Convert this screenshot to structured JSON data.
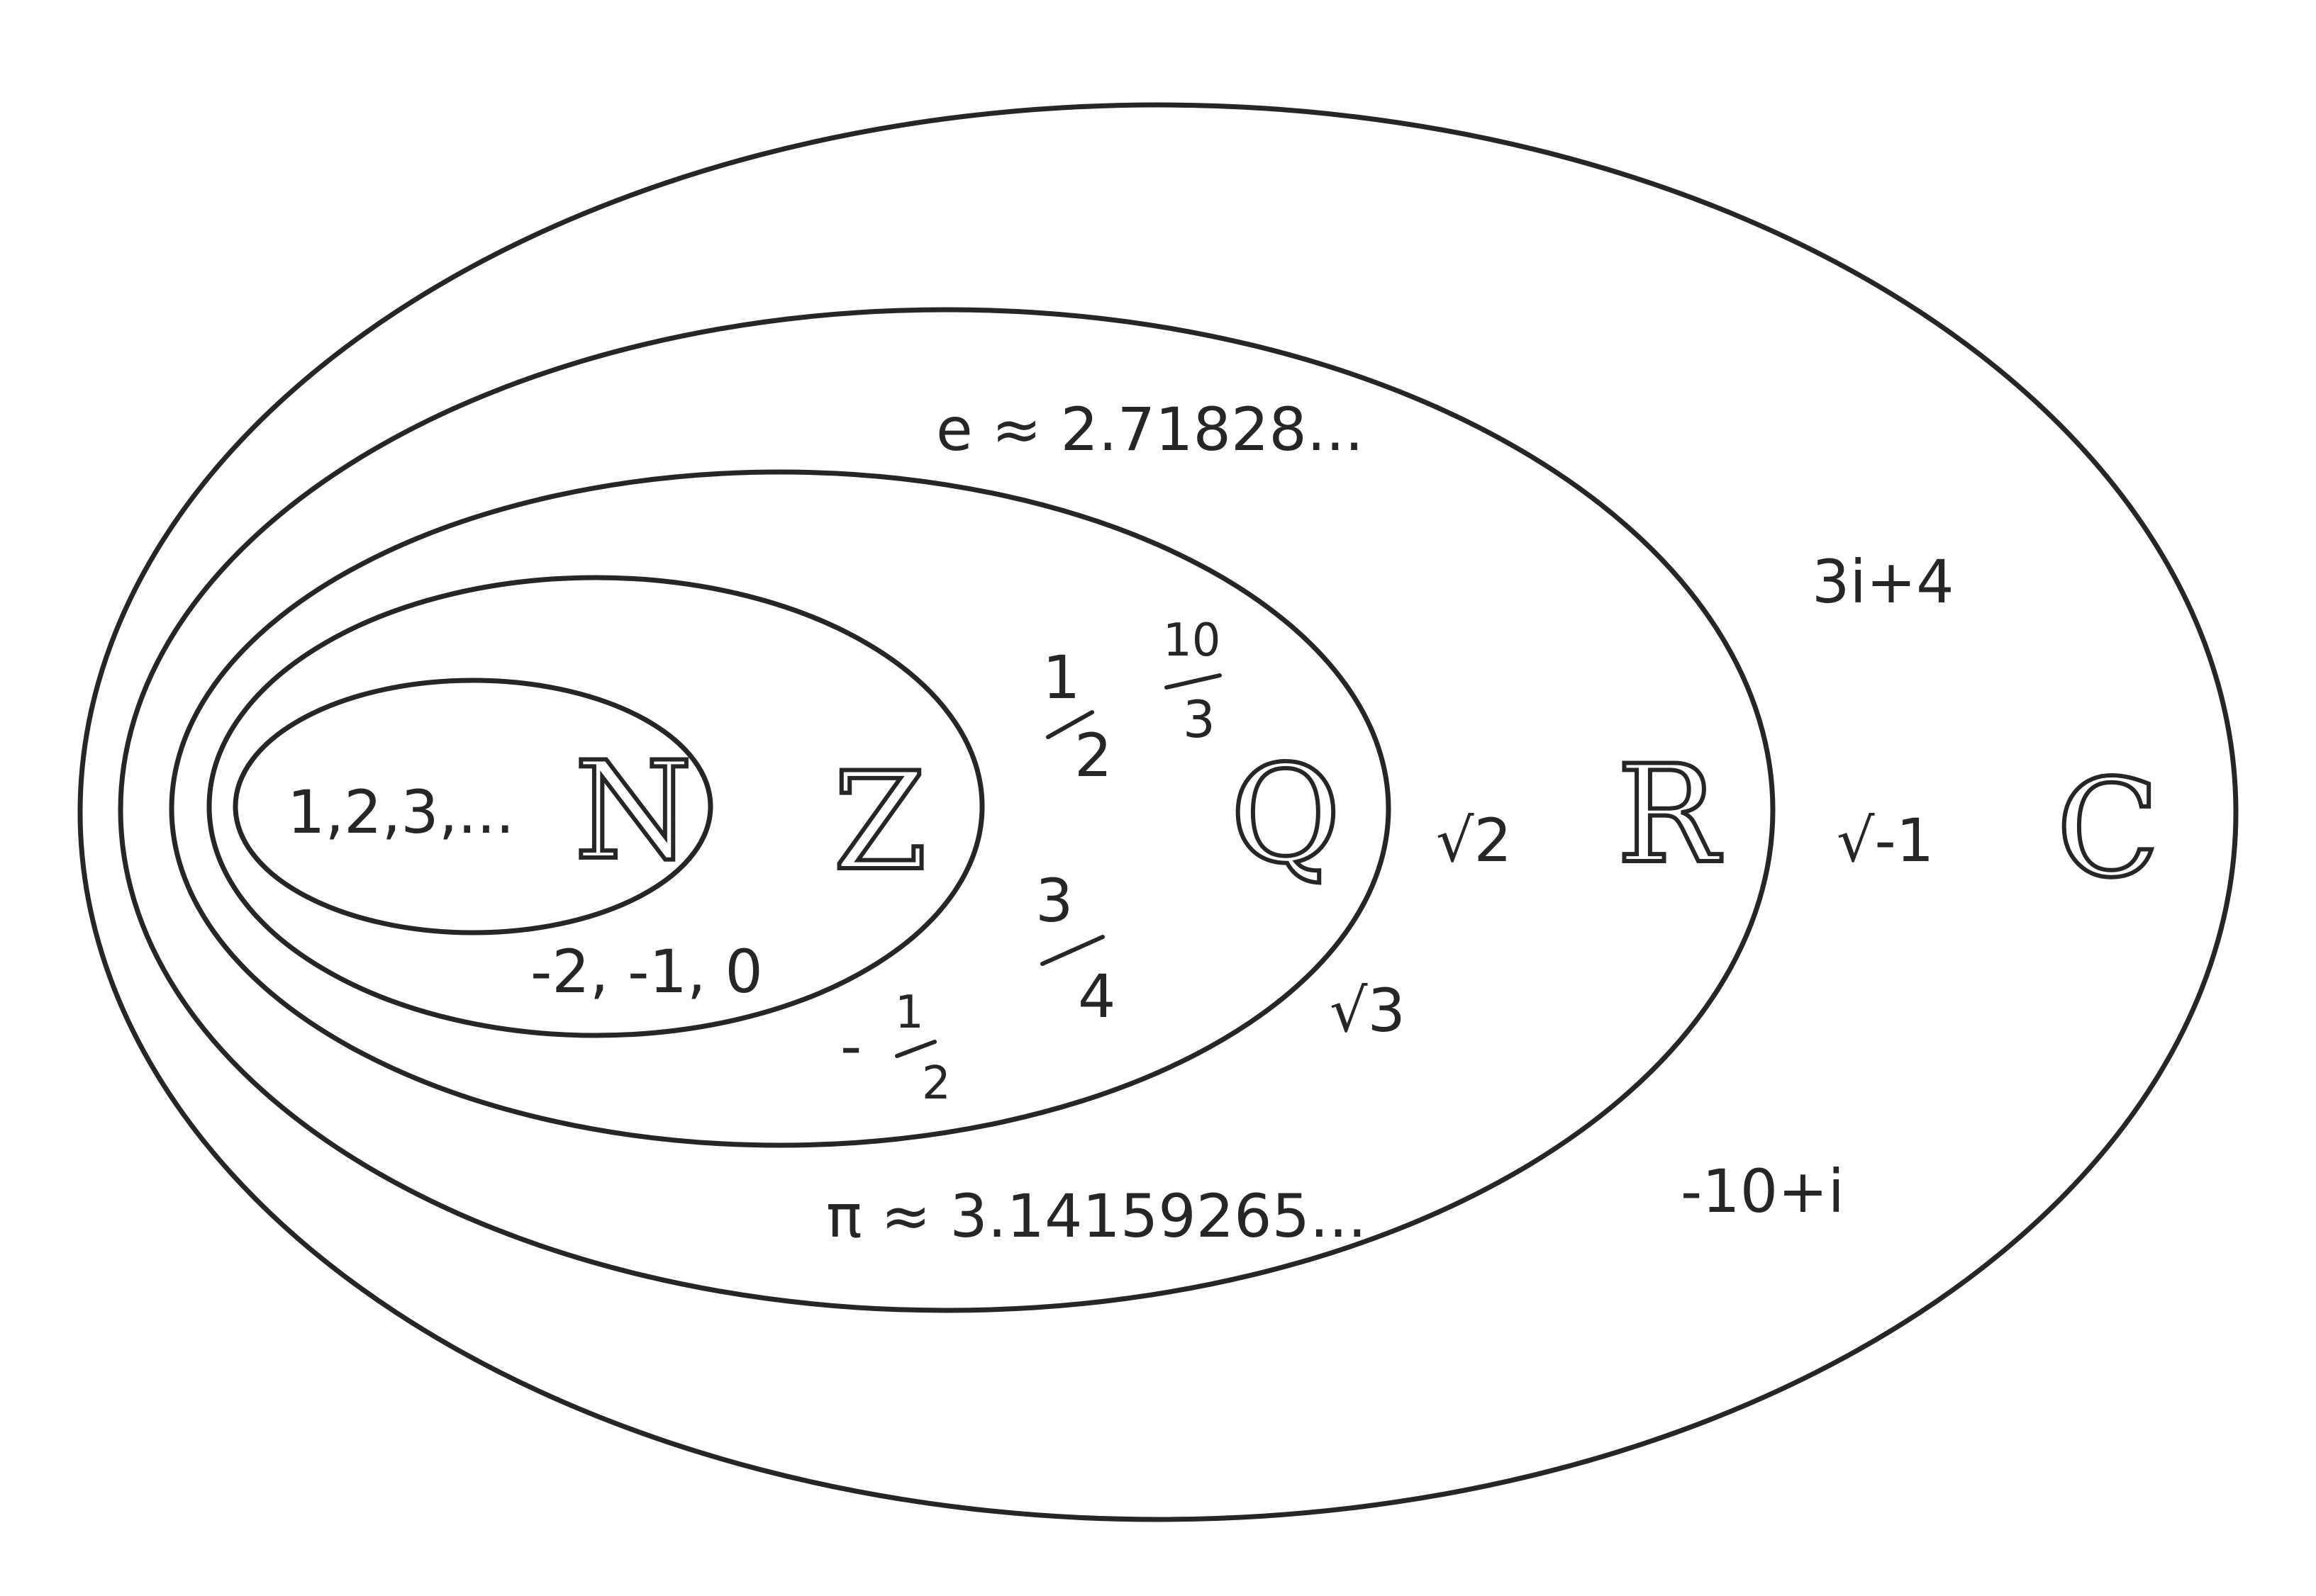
{
  "sets": {
    "naturals": {
      "symbol": "N",
      "examples": "1,2,3,..."
    },
    "integers": {
      "symbol": "Z",
      "examples": "-2, -1, 0"
    },
    "rationals": {
      "symbol": "Q",
      "fractions": [
        {
          "numerator": "1",
          "denominator": "2",
          "sign": ""
        },
        {
          "numerator": "10",
          "denominator": "3",
          "sign": ""
        },
        {
          "numerator": "3",
          "denominator": "4",
          "sign": ""
        },
        {
          "numerator": "1",
          "denominator": "2",
          "sign": "-"
        }
      ]
    },
    "reals": {
      "symbol": "R",
      "examples": [
        "√2",
        "√3",
        "e ≈ 2.71828...",
        "π ≈ 3.14159265..."
      ]
    },
    "complex": {
      "symbol": "C",
      "examples": [
        "3i+4",
        "√-1",
        "-10+i"
      ]
    }
  }
}
